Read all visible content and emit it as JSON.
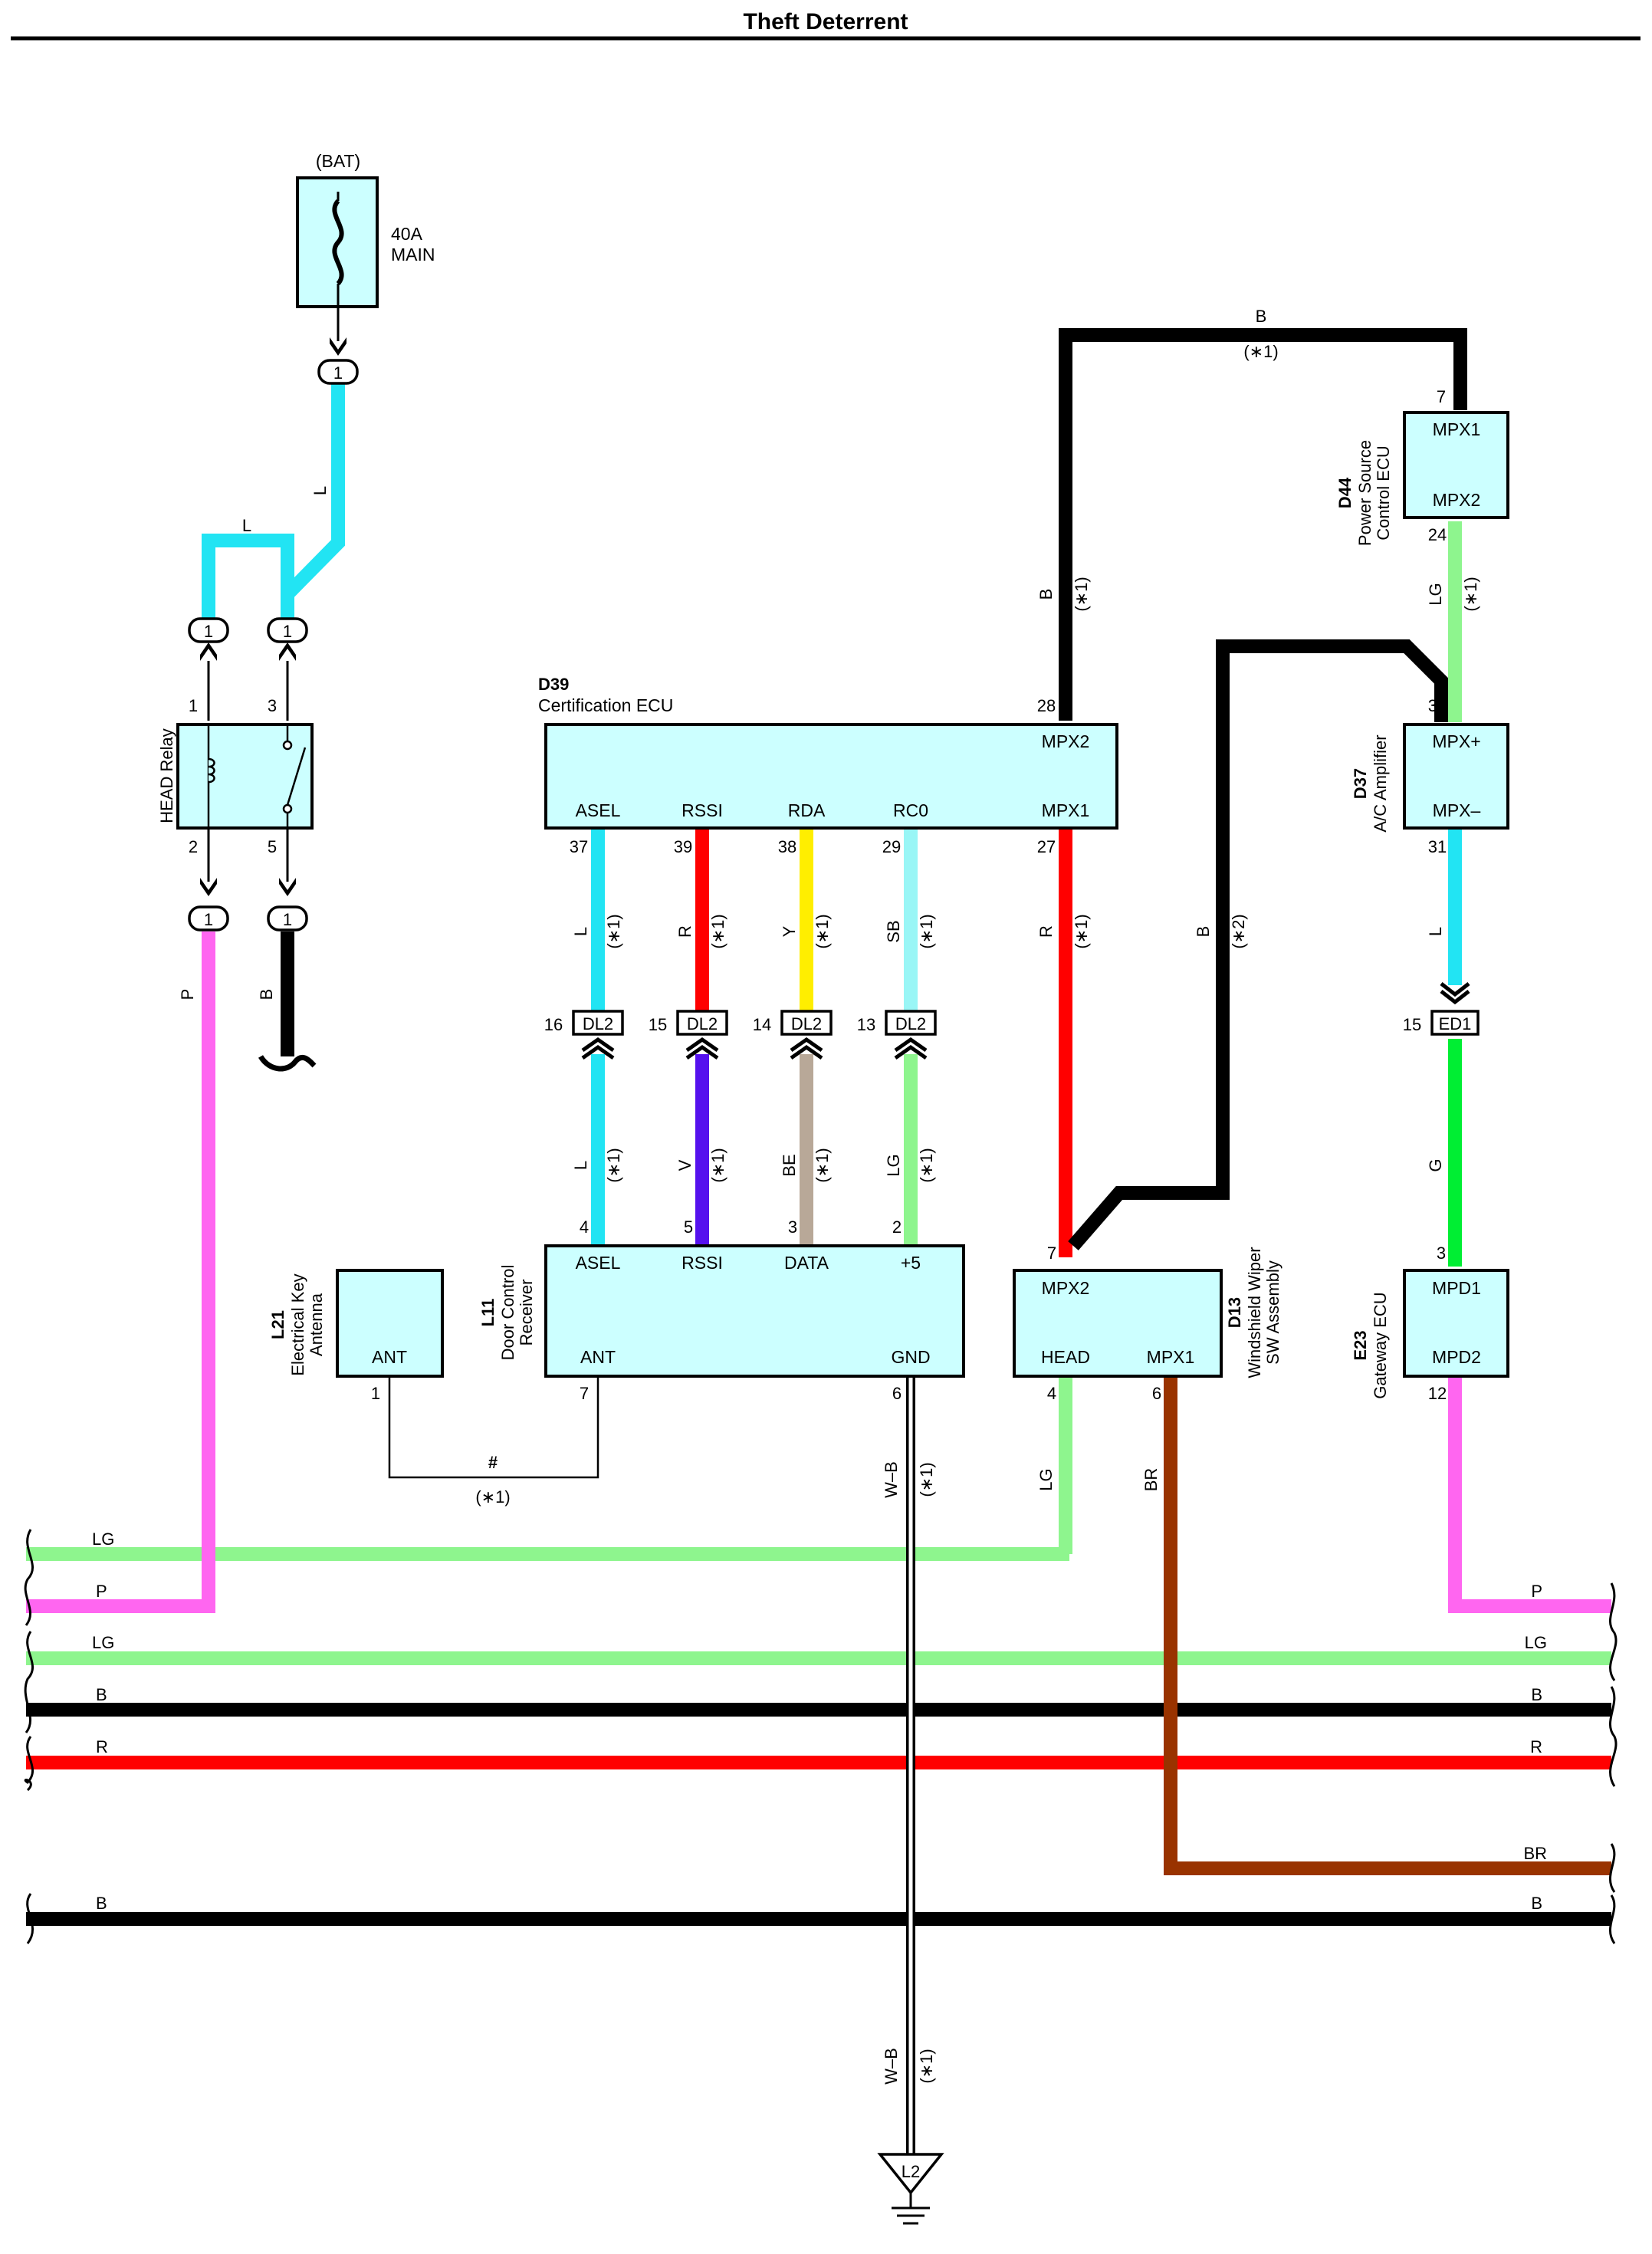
{
  "title": "Theft Deterrent",
  "colors": {
    "L": "#22e4f3",
    "LG": "#8ef58e",
    "P": "#ff66f0",
    "B": "#000000",
    "R": "#ff0000",
    "Y": "#ffee00",
    "SB": "#99f6f6",
    "V": "#5511ee",
    "BE": "#b8a898",
    "G": "#00ee33",
    "BR": "#993300",
    "component": "#ccffff"
  },
  "battery": {
    "label": "(BAT)",
    "fuse_rating": "40A",
    "fuse_name": "MAIN",
    "connector": "1"
  },
  "head_relay": {
    "name": "HEAD Relay",
    "pins": [
      "1",
      "3",
      "2",
      "5"
    ],
    "top_connectors": [
      "1",
      "1"
    ],
    "bottom_connectors": [
      "1",
      "1"
    ]
  },
  "d39": {
    "code": "D39",
    "name": "Certification ECU",
    "terminals": [
      "ASEL",
      "RSSI",
      "RDA",
      "RC0",
      "MPX1"
    ],
    "top_terminal": "MPX2",
    "top_pin": "28",
    "pins": [
      "37",
      "39",
      "38",
      "29",
      "27"
    ]
  },
  "dl2": {
    "name": "DL2",
    "pins": [
      "16",
      "15",
      "14",
      "13"
    ],
    "upper_colors": [
      "L",
      "R",
      "Y",
      "SB"
    ],
    "lower_colors": [
      "L",
      "V",
      "BE",
      "LG"
    ]
  },
  "l11": {
    "code": "L11",
    "name_line1": "Door Control",
    "name_line2": "Receiver",
    "terminals": [
      "ASEL",
      "RSSI",
      "DATA",
      "+5"
    ],
    "pins": [
      "4",
      "5",
      "3",
      "2"
    ],
    "ant_label": "ANT",
    "ant_pin": "7",
    "gnd_label": "GND",
    "gnd_pin": "6"
  },
  "l21": {
    "code": "L21",
    "name_line1": "Electrical Key",
    "name_line2": "Antenna",
    "terminal": "ANT",
    "pin": "1",
    "shield_mark": "#"
  },
  "d13": {
    "code": "D13",
    "name_line1": "Windshield Wiper",
    "name_line2": "SW Assembly",
    "terminals": [
      "MPX2",
      "HEAD",
      "MPX1"
    ],
    "pins": [
      "7",
      "4",
      "6"
    ]
  },
  "d44": {
    "code": "D44",
    "name_line1": "Power Source",
    "name_line2": "Control ECU",
    "terminals": [
      "MPX1",
      "MPX2"
    ],
    "pins": [
      "7",
      "24"
    ]
  },
  "d37": {
    "code": "D37",
    "name": "A/C Amplifier",
    "terminals": [
      "MPX+",
      "MPX–"
    ],
    "pins": [
      "30",
      "31"
    ]
  },
  "ed1": {
    "name": "ED1",
    "pin": "15"
  },
  "e23": {
    "code": "E23",
    "name": "Gateway ECU",
    "terminals": [
      "MPD1",
      "MPD2"
    ],
    "pins": [
      "3",
      "12"
    ]
  },
  "ground": {
    "name": "L2"
  },
  "wire_labels": {
    "bat_L": "L",
    "relay_L": "L",
    "relay_P": "P",
    "relay_B": "B",
    "top_B": "B",
    "top_note": "(∗1)",
    "d39_B": "B",
    "d44_LG": "LG",
    "d39_R": "R",
    "d13_B": "B",
    "d37_L": "L",
    "ed1_G": "G",
    "gnd_WB": "W–B",
    "head_LG": "LG",
    "d13_BR": "BR",
    "note_1": "(∗1)",
    "note_2": "(∗2)"
  },
  "bus_labels": {
    "left": [
      "LG",
      "P",
      "LG",
      "B",
      "R",
      "B"
    ],
    "right": [
      "P",
      "LG",
      "B",
      "R",
      "BR",
      "B"
    ]
  }
}
